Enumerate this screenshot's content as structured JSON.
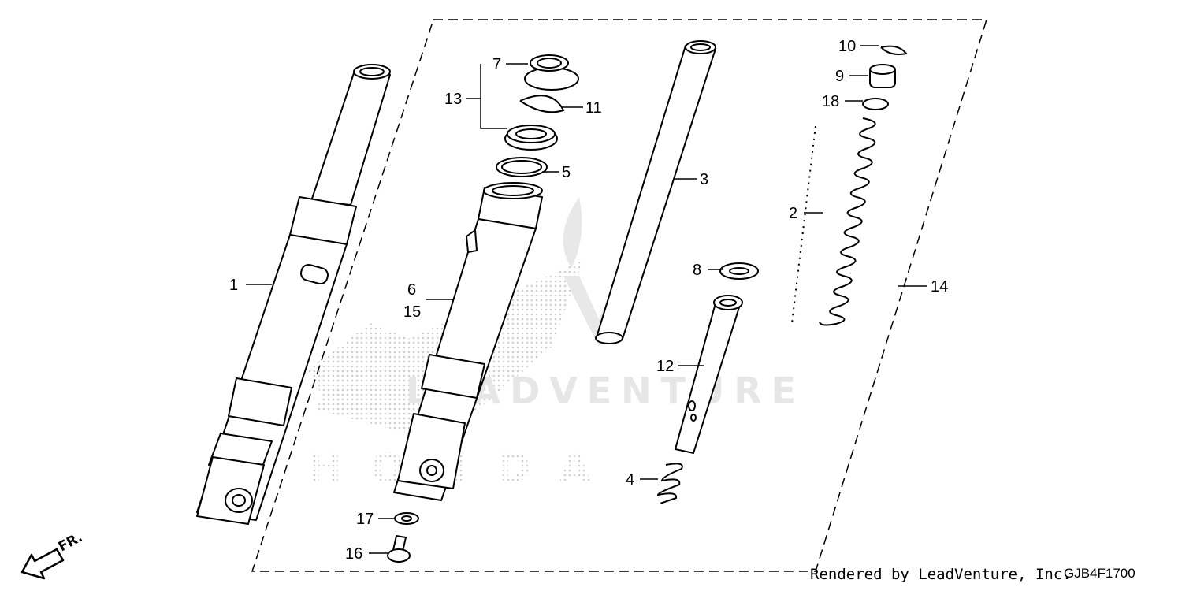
{
  "diagram": {
    "callouts": [
      {
        "id": "1",
        "label": "1"
      },
      {
        "id": "2",
        "label": "2"
      },
      {
        "id": "3",
        "label": "3"
      },
      {
        "id": "4",
        "label": "4"
      },
      {
        "id": "5",
        "label": "5"
      },
      {
        "id": "6",
        "label": "6"
      },
      {
        "id": "7",
        "label": "7"
      },
      {
        "id": "8",
        "label": "8"
      },
      {
        "id": "9",
        "label": "9"
      },
      {
        "id": "10",
        "label": "10"
      },
      {
        "id": "11",
        "label": "11"
      },
      {
        "id": "12",
        "label": "12"
      },
      {
        "id": "13",
        "label": "13"
      },
      {
        "id": "14",
        "label": "14"
      },
      {
        "id": "15",
        "label": "15"
      },
      {
        "id": "16",
        "label": "16"
      },
      {
        "id": "17",
        "label": "17"
      },
      {
        "id": "18",
        "label": "18"
      }
    ],
    "front_indicator": "FR.",
    "watermark_text": "LEADVENTURE",
    "watermark_brand": "HONDA"
  },
  "footer": {
    "rendered_by": "Rendered by LeadVenture, Inc.",
    "diagram_code": "GJB4F1700"
  },
  "colors": {
    "line": "#000000",
    "watermark": "#d0d0d0"
  }
}
